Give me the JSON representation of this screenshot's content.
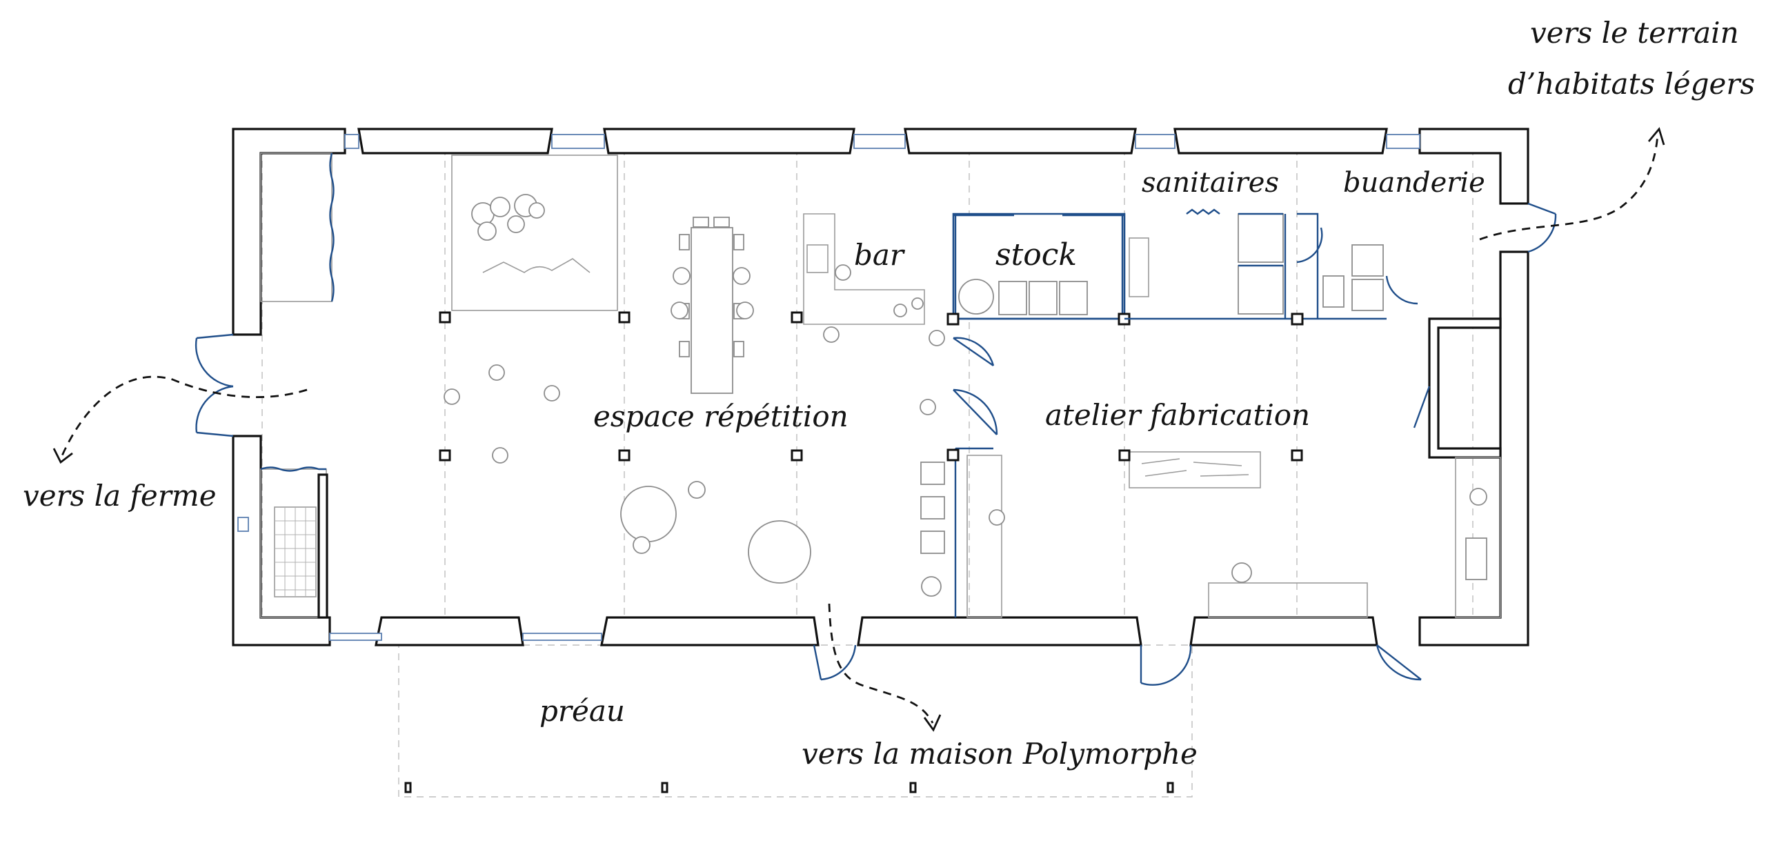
{
  "plan": {
    "rooms": {
      "espace_repetition": "espace répétition",
      "bar": "bar",
      "stock": "stock",
      "sanitaires": "sanitaires",
      "buanderie": "buanderie",
      "atelier_fabrication": "atelier fabrication",
      "preau": "préau"
    },
    "directions": {
      "ferme": "vers la ferme",
      "terrain_line1": "vers le terrain",
      "terrain_line2": "d’habitats légers",
      "maison": "vers la maison Polymorphe"
    }
  },
  "colors": {
    "wall": "#111111",
    "partition": "#1f4e8a",
    "furniture": "#8c8c8c",
    "grid": "#bdbdbd"
  }
}
